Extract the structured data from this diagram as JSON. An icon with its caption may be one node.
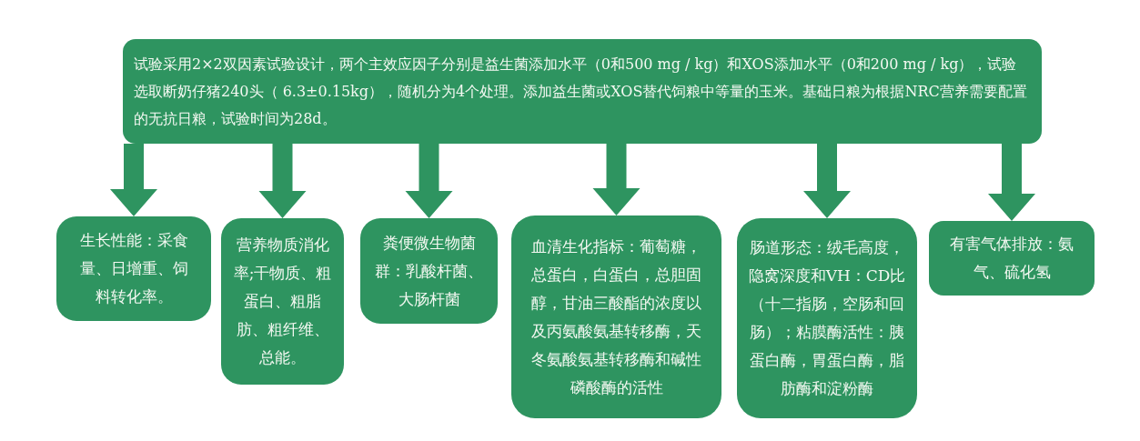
{
  "diagram": {
    "nodes": [
      {
        "text": [
          "试验采用2×2双因素试验设计，两个主效应因子分别是益生菌添加水平（0和500 mg / kg）和XOS添加水平（0和200 mg / kg），试验选取断奶仔猪240头（ 6.3±0.15kg），随机分为4个处理。添加益生菌或XOS替代饲粮中等量的玉米。基础日粮为根据NRC营养需要配置的无抗日粮，试验时间为28d。"
        ]
      },
      {
        "text": [
          "生长性能：采食量、日增重、饲料转化率。"
        ]
      },
      {
        "text": [
          "营养物质消化率;干物质、粗蛋白、粗脂肪、粗纤维、总能。"
        ]
      },
      {
        "text": [
          "粪便微生物菌群：乳酸杆菌、大肠杆菌"
        ]
      },
      {
        "text": [
          "血清生化指标：葡萄糖，总蛋白，白蛋白，总胆固醇，甘油三酸酯的浓度以及丙氨酸氨基转移酶，天冬氨酸氨基转移酶和碱性磷酸酶的活性"
        ]
      },
      {
        "text": [
          "肠道形态：绒毛高度，隐窝深度和VH：CD比（十二指肠，空肠和回肠）；粘膜酶活性：胰蛋白酶，胃蛋白酶，脂肪酶和淀粉酶"
        ]
      },
      {
        "text": [
          "有害气体排放：氨气、硫化氢"
        ]
      }
    ],
    "edges": [
      {
        "from": 0,
        "to": 1,
        "arrow": "to"
      },
      {
        "from": 0,
        "to": 2,
        "arrow": "to"
      },
      {
        "from": 0,
        "to": 3,
        "arrow": "to"
      },
      {
        "from": 0,
        "to": 4,
        "arrow": "to"
      },
      {
        "from": 0,
        "to": 5,
        "arrow": "to"
      },
      {
        "from": 0,
        "to": 6,
        "arrow": "to"
      }
    ]
  }
}
